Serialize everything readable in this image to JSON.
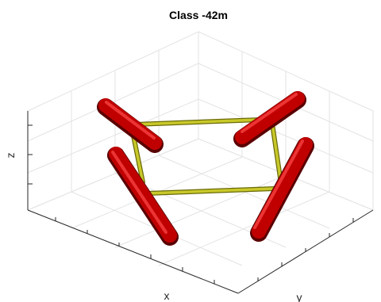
{
  "figure": {
    "title": "Class -42m",
    "axes": {
      "xlabel": "x",
      "ylabel": "y",
      "zlabel": "z",
      "grid": true,
      "tick_labels_shown": false
    },
    "colors": {
      "rod": "#c00000",
      "rod_highlight": "#ff4a4a",
      "rod_shadow": "#5a0000",
      "strut": "#b3b319",
      "strut_shadow": "#6b6b0a",
      "grid": "#e3e3e3",
      "axis": "#262626"
    }
  }
}
